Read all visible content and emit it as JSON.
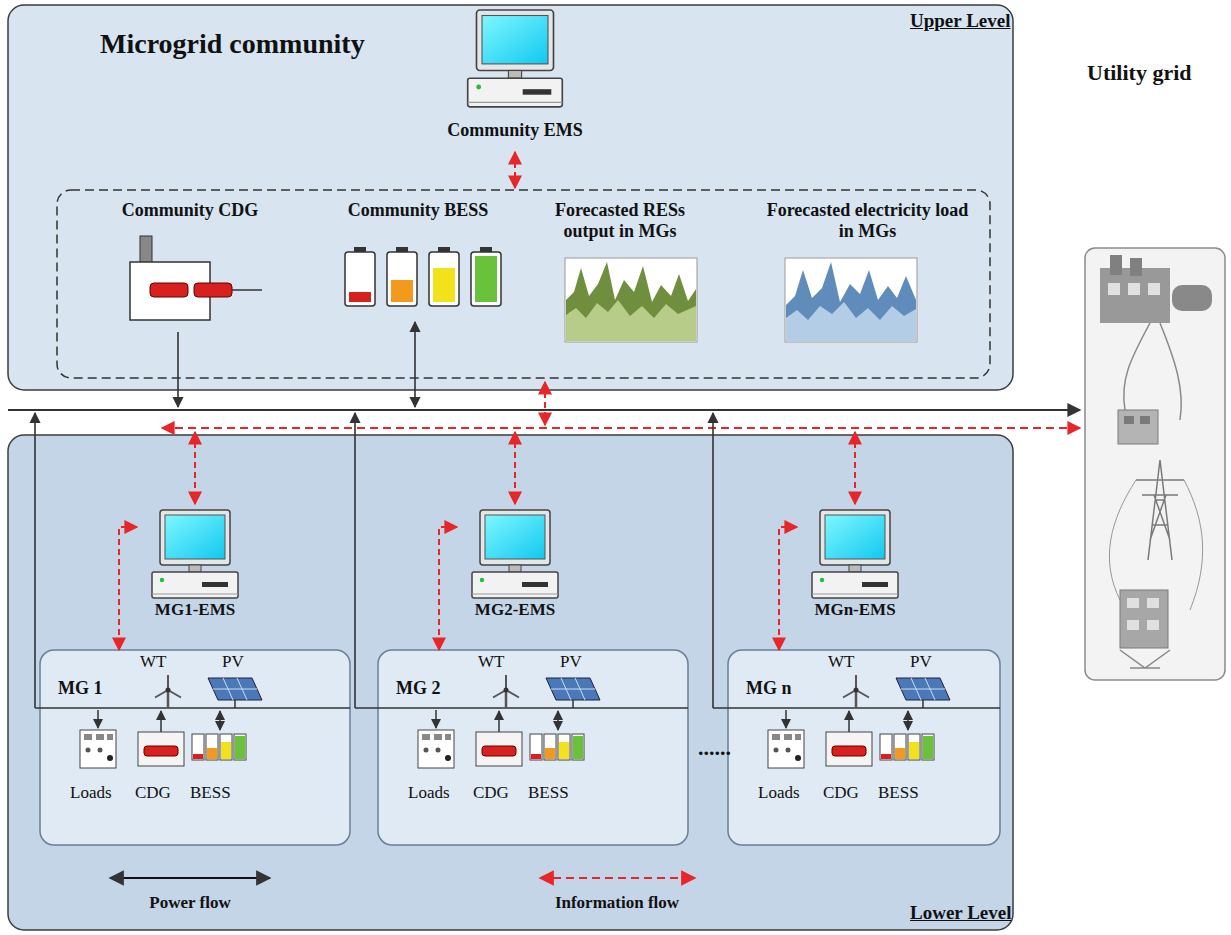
{
  "diagram": {
    "nodes": [
      {
        "text": [
          "Microgrid community",
          "Upper Level"
        ]
      },
      {
        "text": [
          "Community EMS"
        ],
        "in": 0
      },
      {
        "text": [
          "Community CDG"
        ],
        "in": 0
      },
      {
        "text": [
          "Community BESS"
        ],
        "in": 0
      },
      {
        "text": [
          "Forecasted RESs output in MGs"
        ],
        "in": 0
      },
      {
        "text": [
          "Forecasted electricity load in MGs"
        ],
        "in": 0
      },
      {
        "text": [
          "Lower Level"
        ]
      },
      {
        "text": [
          "MG1-EMS"
        ],
        "in": 6
      },
      {
        "text": [
          "MG 1"
        ],
        "in": 6
      },
      {
        "text": [
          "MG2-EMS"
        ],
        "in": 6
      },
      {
        "text": [
          "MG 2"
        ],
        "in": 6
      },
      {
        "text": [
          "MGn-EMS"
        ],
        "in": 6
      },
      {
        "text": [
          "MG n"
        ],
        "in": 6
      },
      {
        "text": [
          "Utility grid"
        ]
      }
    ],
    "edges": [
      {
        "from": 7,
        "to": 8,
        "arrow": "both"
      },
      {
        "from": 9,
        "to": 10,
        "arrow": "both"
      },
      {
        "from": 11,
        "to": 12,
        "arrow": "both"
      }
    ],
    "labels": [
      "WT",
      "PV",
      "Loads",
      "CDG",
      "BESS",
      "WT",
      "PV",
      "Loads",
      "CDG",
      "BESS",
      "......",
      "WT",
      "PV",
      "Loads",
      "CDG",
      "BESS"
    ],
    "legend": [
      {
        "text": "Power flow"
      },
      {
        "text": "Information flow"
      }
    ]
  }
}
